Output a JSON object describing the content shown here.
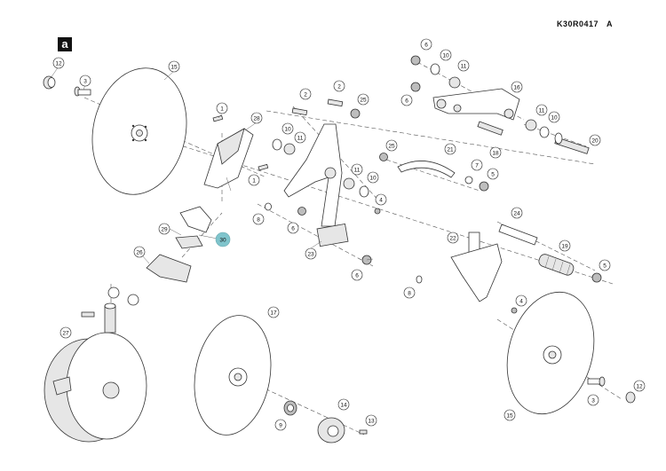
{
  "document_code": "K30R0417",
  "revision": "A",
  "panel_label": "a",
  "highlight_color": "#7fc4cc",
  "callouts": {
    "c12a": "12",
    "c3a": "3",
    "c15a": "15",
    "c1a": "1",
    "c1b": "1",
    "c28": "28",
    "c2a": "2",
    "c2b": "2",
    "c25a": "25",
    "c25b": "25",
    "c6a": "6",
    "c6b": "6",
    "c6c": "6",
    "c6d": "6",
    "c10a": "10",
    "c10b": "10",
    "c10c": "10",
    "c10d": "10",
    "c11a": "11",
    "c11b": "11",
    "c11c": "11",
    "c11d": "11",
    "c16": "16",
    "c20": "20",
    "c18": "18",
    "c21": "21",
    "c7": "7",
    "c5a": "5",
    "c5b": "5",
    "c4a": "4",
    "c4b": "4",
    "c8a": "8",
    "c8b": "8",
    "c29": "29",
    "c30": "30",
    "c26": "26",
    "c23": "23",
    "c24": "24",
    "c22": "22",
    "c19": "19",
    "c27": "27",
    "c17": "17",
    "c14": "14",
    "c9": "9",
    "c13": "13",
    "c15b": "15",
    "c3b": "3",
    "c12b": "12"
  }
}
